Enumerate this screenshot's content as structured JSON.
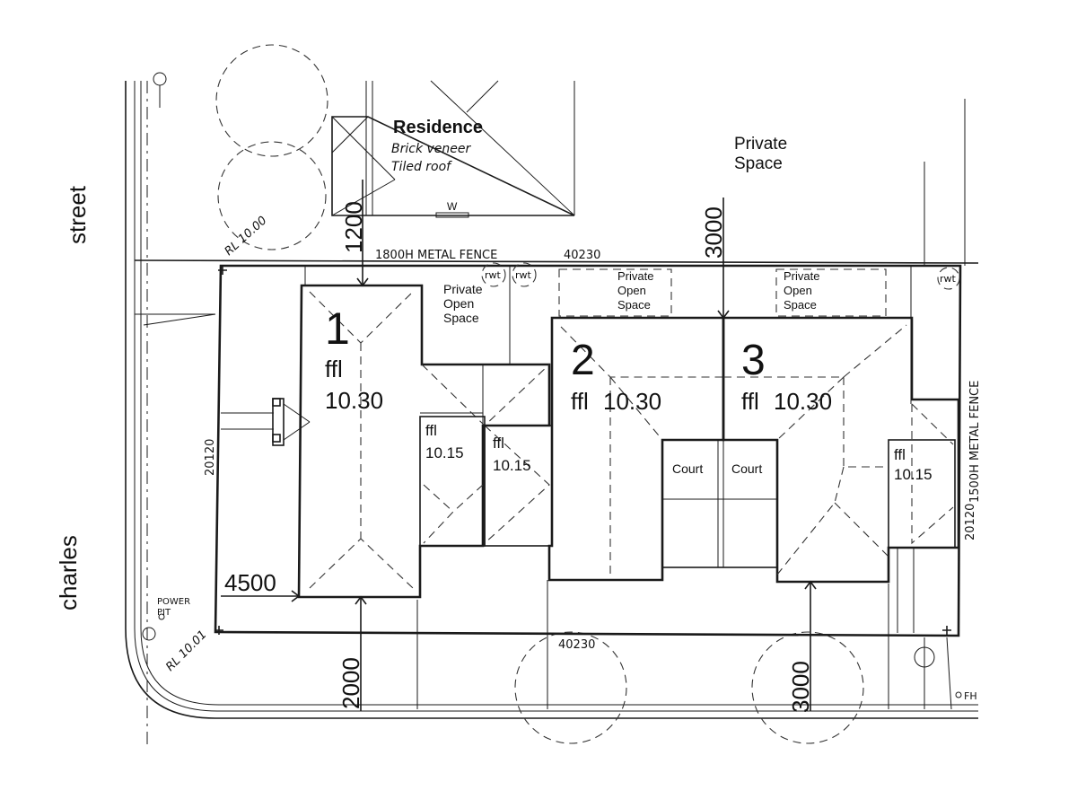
{
  "streets": {
    "street": "street",
    "charles": "charles"
  },
  "residence": {
    "title": "Residence",
    "line1": "Brick veneer",
    "line2": "Tiled roof",
    "window": "W"
  },
  "private_space": {
    "line1": "Private",
    "line2": "Space"
  },
  "open_space": {
    "line1": "Private",
    "line2": "Open",
    "line3": "Space"
  },
  "fences": {
    "rear": "1800H METAL FENCE",
    "side": "1500H METAL FENCE"
  },
  "dimensions": {
    "rear_length": "40230",
    "front_length": "40230",
    "left_width": "20120",
    "right_width": "20120",
    "setback_1200": "1200",
    "setback_3000_top": "3000",
    "setback_4500": "4500",
    "setback_2000": "2000",
    "setback_3000_bottom": "3000"
  },
  "levels": {
    "rl_top": "RL 10.00",
    "rl_bottom": "RL 10.01"
  },
  "power_pit": {
    "line1": "POWER",
    "line2": "PIT"
  },
  "fh": "FH",
  "rwt": "rwt",
  "units": [
    {
      "number": "1",
      "ffl_label": "ffl",
      "ffl_value": "10.30"
    },
    {
      "number": "2",
      "ffl_label": "ffl",
      "ffl_value": "10.30"
    },
    {
      "number": "3",
      "ffl_label": "ffl",
      "ffl_value": "10.30"
    }
  ],
  "garages": [
    {
      "ffl_label": "ffl",
      "ffl_value": "10.15"
    },
    {
      "ffl_label": "ffl",
      "ffl_value": "10.15"
    },
    {
      "ffl_label": "ffl",
      "ffl_value": "10.15"
    }
  ],
  "court": "Court"
}
